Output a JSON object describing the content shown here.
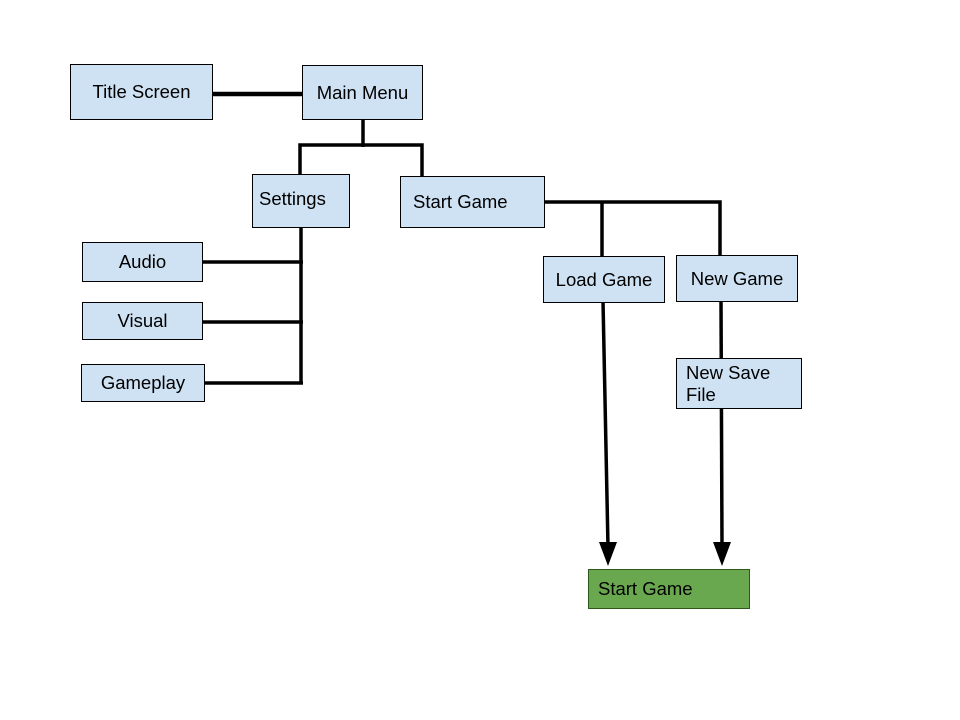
{
  "diagram": {
    "description": "Game menu flow diagram",
    "nodes": [
      {
        "id": "title-screen",
        "label": "Title Screen",
        "type": "screen"
      },
      {
        "id": "main-menu",
        "label": "Main Menu",
        "type": "screen"
      },
      {
        "id": "settings",
        "label": "Settings",
        "type": "menu"
      },
      {
        "id": "start-game",
        "label": "Start Game",
        "type": "menu"
      },
      {
        "id": "audio",
        "label": "Audio",
        "type": "submenu"
      },
      {
        "id": "visual",
        "label": "Visual",
        "type": "submenu"
      },
      {
        "id": "gameplay",
        "label": "Gameplay",
        "type": "submenu"
      },
      {
        "id": "load-game",
        "label": "Load Game",
        "type": "submenu"
      },
      {
        "id": "new-game",
        "label": "New Game",
        "type": "submenu"
      },
      {
        "id": "new-save-file",
        "label": "New Save File",
        "type": "submenu"
      },
      {
        "id": "start-game-final",
        "label": "Start Game",
        "type": "action"
      }
    ],
    "edges": [
      {
        "from": "title-screen",
        "to": "main-menu",
        "style": "line"
      },
      {
        "from": "main-menu",
        "to": "settings",
        "style": "line"
      },
      {
        "from": "main-menu",
        "to": "start-game",
        "style": "line"
      },
      {
        "from": "settings",
        "to": "audio",
        "style": "line"
      },
      {
        "from": "settings",
        "to": "visual",
        "style": "line"
      },
      {
        "from": "settings",
        "to": "gameplay",
        "style": "line"
      },
      {
        "from": "start-game",
        "to": "load-game",
        "style": "line"
      },
      {
        "from": "start-game",
        "to": "new-game",
        "style": "line"
      },
      {
        "from": "new-game",
        "to": "new-save-file",
        "style": "line"
      },
      {
        "from": "load-game",
        "to": "start-game-final",
        "style": "arrow"
      },
      {
        "from": "new-save-file",
        "to": "start-game-final",
        "style": "arrow"
      }
    ],
    "colors": {
      "node_fill": "#cfe2f3",
      "node_border": "#000000",
      "connector": "#000000",
      "action_fill": "#6aa84f",
      "action_border": "#2d5a1b",
      "text": "#000000",
      "canvas": "#ffffff"
    }
  }
}
